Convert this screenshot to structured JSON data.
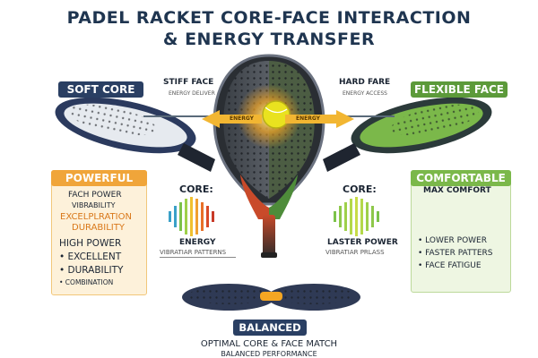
{
  "title": {
    "line1": "PADEL RACKET CORE-FACE INTERACTION",
    "line2": "& ENERGY TRANSFER"
  },
  "left": {
    "header": "SOFT CORE",
    "face_label": "STIFF FACE",
    "face_sub": "ENERGY DELIVER",
    "arrow_label": "ENERGY",
    "panel": {
      "title": "POWERFUL",
      "lines": [
        "FACH POWER",
        "VIBRABILITY",
        "EXCELPLRATION",
        "DURABILITY",
        "HIGH POWER",
        "• EXCELLENT",
        "• DURABILITY",
        "• COMBINATION"
      ]
    },
    "core": {
      "label": "CORE:",
      "caption": "ENERGY",
      "caption_sub": "VIBRATIAR PATTERNS"
    }
  },
  "right": {
    "header": "FLEXIBLE FACE",
    "face_label": "HARD FARE",
    "face_sub": "ENERGY ACCESS",
    "arrow_label": "ENERGY",
    "panel": {
      "title": "COMFORTABLE",
      "lines": [
        "MAX COMFORT",
        "• LOWER POWER",
        "• FASTER PATTERS",
        "• FACE FATIGUE"
      ]
    },
    "core": {
      "label": "CORE:",
      "caption": "LASTER POWER",
      "caption_sub": "VIBRATIAR PRLASS"
    }
  },
  "bottom": {
    "badge": "BALANCED",
    "line1": "OPTIMAL CORE & FACE MATCH",
    "line2": "BALANCED PERFORMANCE"
  },
  "colors": {
    "title": "#1f3550",
    "soft_core": "#2a3f63",
    "flexible_face": "#5c9a3a",
    "powerful": "#f0a53a",
    "comfortable": "#7bb84a",
    "balanced": "#2a3f63",
    "arrow": "#f2b632",
    "ball": "#e9e21f"
  }
}
